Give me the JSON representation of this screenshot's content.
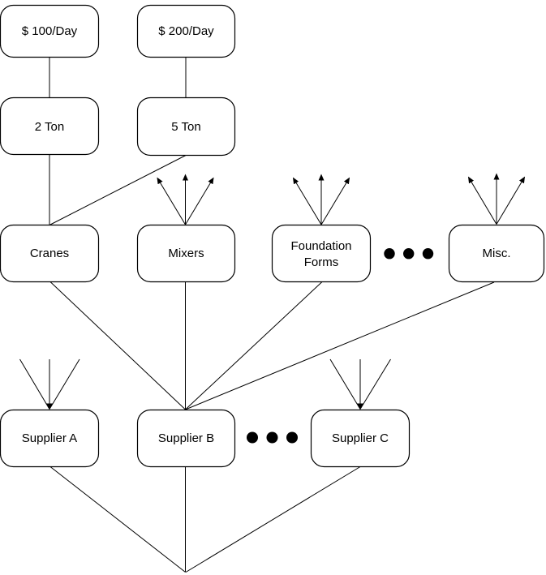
{
  "diagram_type": "equipment-rental-supplier-hierarchy",
  "colors": {
    "background": "#ffffff",
    "line": "#000000",
    "node_fill": "#ffffff",
    "node_border": "#000000",
    "text": "#000000",
    "dot": "#000000"
  },
  "nodes": {
    "price100": {
      "label": "$ 100/Day"
    },
    "price200": {
      "label": "$ 200/Day"
    },
    "ton2": {
      "label": "2 Ton"
    },
    "ton5": {
      "label": "5 Ton"
    },
    "cranes": {
      "label": "Cranes"
    },
    "mixers": {
      "label": "Mixers"
    },
    "foundation_forms": {
      "label": "Foundation Forms",
      "line1": "Foundation",
      "line2": "Forms"
    },
    "misc": {
      "label": "Misc."
    },
    "supplier_a": {
      "label": "Supplier A"
    },
    "supplier_b": {
      "label": "Supplier B"
    },
    "supplier_c": {
      "label": "Supplier C"
    }
  },
  "ellipsis": {
    "equipment_row_dots": 3,
    "supplier_row_dots": 3
  },
  "edges": [
    {
      "from": "$ 100/Day",
      "to": "2 Ton"
    },
    {
      "from": "$ 200/Day",
      "to": "5 Ton"
    },
    {
      "from": "2 Ton",
      "to": "Cranes"
    },
    {
      "from": "5 Ton",
      "to": "Cranes"
    },
    {
      "from": "Cranes",
      "to": "Supplier B"
    },
    {
      "from": "Mixers",
      "to": "Supplier B"
    },
    {
      "from": "Foundation Forms",
      "to": "Supplier B"
    },
    {
      "from": "Misc.",
      "to": "Supplier B"
    },
    {
      "from": "Supplier A",
      "to": "bottom-junction"
    },
    {
      "from": "Supplier B",
      "to": "bottom-junction"
    },
    {
      "from": "Supplier C",
      "to": "bottom-junction"
    }
  ]
}
